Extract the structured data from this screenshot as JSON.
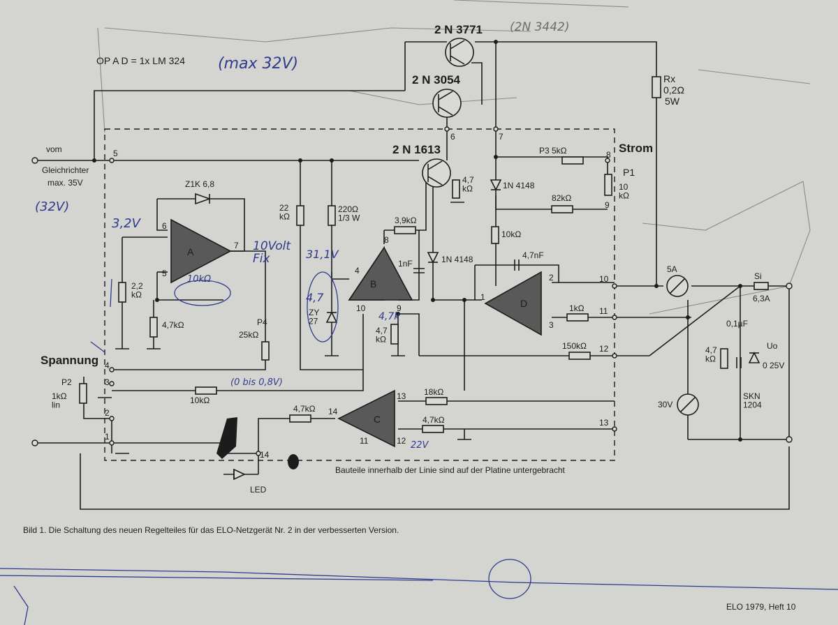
{
  "printed": {
    "opa": "OP A   D = 1x LM 324",
    "t_2n3771": "2 N 3771",
    "t_2n3054": "2 N 3054",
    "t_2n1613": "2 N 1613",
    "rx": "Rx",
    "rx_val": "0,2Ω",
    "rx_w": "5W",
    "strom": "Strom",
    "vom": "vom",
    "gleichrichter": "Gleichrichter",
    "max35": "max. 35V",
    "z1k": "Z1K 6,8",
    "p3": "P3  5kΩ",
    "d1": "1N 4148",
    "d2": "1N 4148",
    "r47": "4,7\nkΩ",
    "r82": "82kΩ",
    "r10k": "10kΩ",
    "p1": "P1",
    "p1val": "10\nkΩ",
    "r22": "22\nkΩ",
    "r220": "220Ω\n1/3 W",
    "r39": "3,9kΩ",
    "c1nf": "1nF",
    "c47nf": "4,7nF",
    "zy": "ZY\n27",
    "r2k2": "2,2\nkΩ",
    "r4k7a": "4,7kΩ",
    "r4k7b": "4,7\nkΩ",
    "p4": "P4",
    "p4val": "25kΩ",
    "r1k": "1kΩ",
    "r150k": "150kΩ",
    "fuse_a": "5A",
    "si": "Si",
    "fuse_b": "6,3A",
    "cap01": "0,1µF",
    "r4k7c": "4,7\nkΩ",
    "uo": "Uo",
    "range": "0  25V",
    "skn": "SKN\n1204",
    "meter30": "30V",
    "spannung": "Spannung",
    "p2": "P2",
    "p2val": "1kΩ\nlin",
    "r10k2": "10kΩ",
    "r18k": "18kΩ",
    "r4k7d": "4,7kΩ",
    "r4k7e": "4,7kΩ",
    "led": "LED",
    "note": "Bauteile innerhalb der Linie sind auf der Platine untergebracht",
    "caption": "Bild 1. Die Schaltung des neuen Regelteiles für das ELO-Netzgerät Nr. 2 in der verbesserten Version.",
    "footer": "ELO 1979, Heft 10",
    "opamp_a": "A",
    "opamp_b": "B",
    "opamp_c": "C",
    "opamp_d": "D",
    "nodes": [
      "5",
      "6",
      "7",
      "8",
      "9",
      "10",
      "11",
      "12",
      "13",
      "14",
      "1",
      "2",
      "3",
      "4"
    ],
    "pins": [
      "6",
      "7",
      "5",
      "4",
      "8",
      "10",
      "9",
      "1",
      "2",
      "3",
      "13",
      "14",
      "11",
      "12"
    ]
  },
  "handwritten": {
    "max32": "(max 32V)",
    "alt_2n": "(2N 3442)",
    "v32": "(32V)",
    "v32b": "3,2V",
    "v10fix": "10Volt\nFix",
    "v31": "31,1V",
    "z47": "4,7",
    "r47k": "4,7k",
    "range02": "(0 bis 0,8V)",
    "v22": "22V",
    "r10k_pen": "10kΩ"
  },
  "colors": {
    "paper": "#d9d9d6",
    "ink": "#1c1c1c",
    "ballpoint": "#2f3a8c",
    "pencil": "#6d6d6d"
  }
}
